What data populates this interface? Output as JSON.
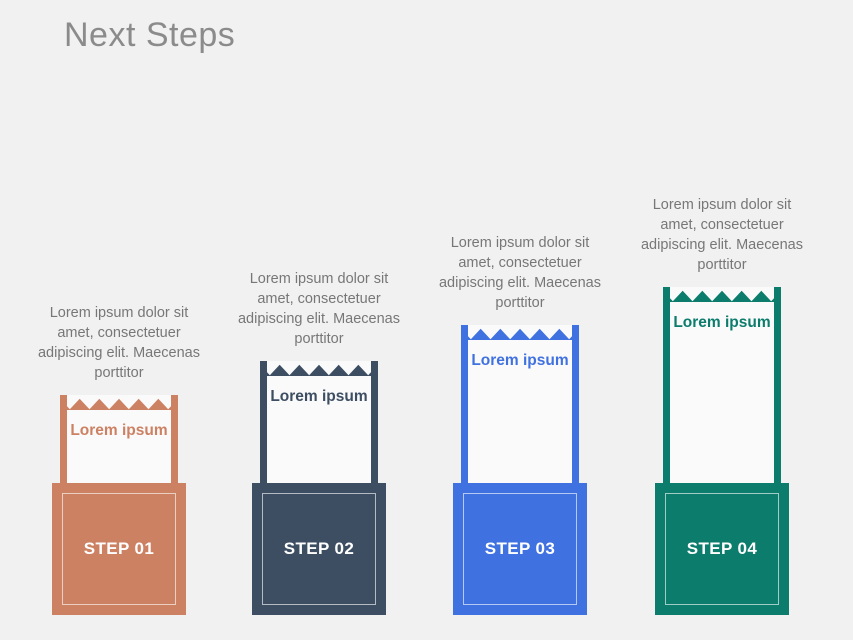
{
  "header": {
    "title": "Next Steps",
    "title_color": "#8b8b8b"
  },
  "background_color": "#f1f1f1",
  "description_color": "#777777",
  "ticket_fill_color": "#fafafa",
  "columns": [
    {
      "step_label": "STEP 01",
      "ticket_label": "Lorem ipsum",
      "description": "Lorem ipsum dolor sit amet, consectetuer adipiscing elit. Maecenas porttitor",
      "color": "#cd8163",
      "ticket_height": 88
    },
    {
      "step_label": "STEP 02",
      "ticket_label": "Lorem ipsum",
      "description": "Lorem ipsum dolor sit amet, consectetuer adipiscing elit. Maecenas porttitor",
      "color": "#3d4e63",
      "ticket_height": 122
    },
    {
      "step_label": "STEP 03",
      "ticket_label": "Lorem ipsum",
      "description": "Lorem ipsum dolor sit amet, consectetuer adipiscing elit. Maecenas porttitor",
      "color": "#4071e0",
      "ticket_height": 158
    },
    {
      "step_label": "STEP 04",
      "ticket_label": "Lorem ipsum",
      "description": "Lorem ipsum dolor sit amet, consectetuer adipiscing elit. Maecenas porttitor",
      "color": "#0c7c6c",
      "ticket_height": 196
    }
  ]
}
